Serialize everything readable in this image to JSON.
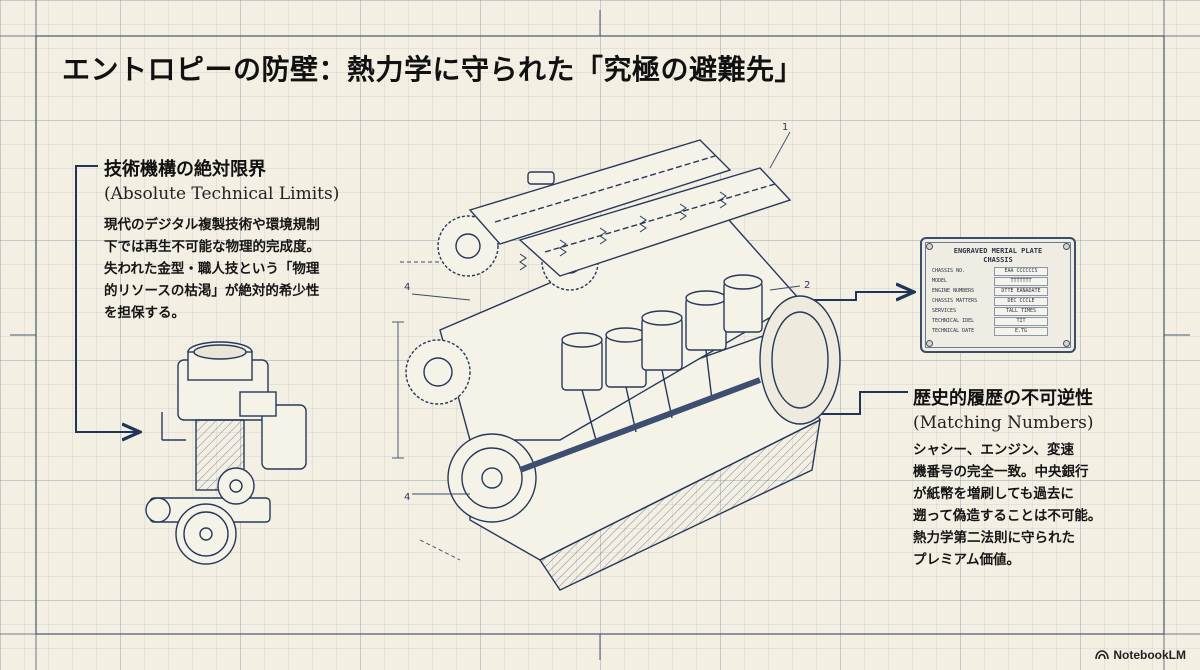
{
  "title": "エントロピーの防壁：熱力学に守られた「究極の避難先」",
  "left_block": {
    "heading": "技術機構の絶対限界",
    "subheading": "(Absolute Technical Limits)",
    "body_lines": [
      "現代のデジタル複製技術や環境規制",
      "下では再生不可能な物理的完成度。",
      "失われた金型・職人技という「物理",
      "的リソースの枯渇」が絶対的希少性",
      "を担保する。"
    ]
  },
  "right_block": {
    "heading": "歴史的履歴の不可逆性",
    "subheading": "(Matching Numbers)",
    "body_lines": [
      "シャシー、エンジン、変速",
      "機番号の完全一致。中央銀行",
      "が紙幣を増刷しても過去に",
      "遡って偽造することは不可能。",
      "熱力学第二法則に守られた",
      "プレミアム価値。"
    ]
  },
  "plate": {
    "title_line1": "ENGRAVED MERIAL PLATE",
    "title_line2": "CHASSIS",
    "rows": [
      {
        "k": "CHASSIS NO.",
        "v": "EAA CCCCCCS"
      },
      {
        "k": "MODEL",
        "v": "TTTTTTT"
      },
      {
        "k": "ENGINE NUMBERS",
        "v": "DTTE EANADATE"
      },
      {
        "k": "CHASSIS MATTERS",
        "v": "DEC CCCLE"
      },
      {
        "k": "SERVICES",
        "v": "TALL TIMES"
      },
      {
        "k": "TECHNICAL IDEL",
        "v": "TIT"
      },
      {
        "k": "TECHNICAL DATE",
        "v": "E.TG"
      }
    ]
  },
  "callouts": [
    "1",
    "2",
    "4",
    "4"
  ],
  "brand": "NotebookLM",
  "colors": {
    "ink": "#1f3557",
    "paper": "#f3efe2",
    "grid": "#8795ab"
  }
}
